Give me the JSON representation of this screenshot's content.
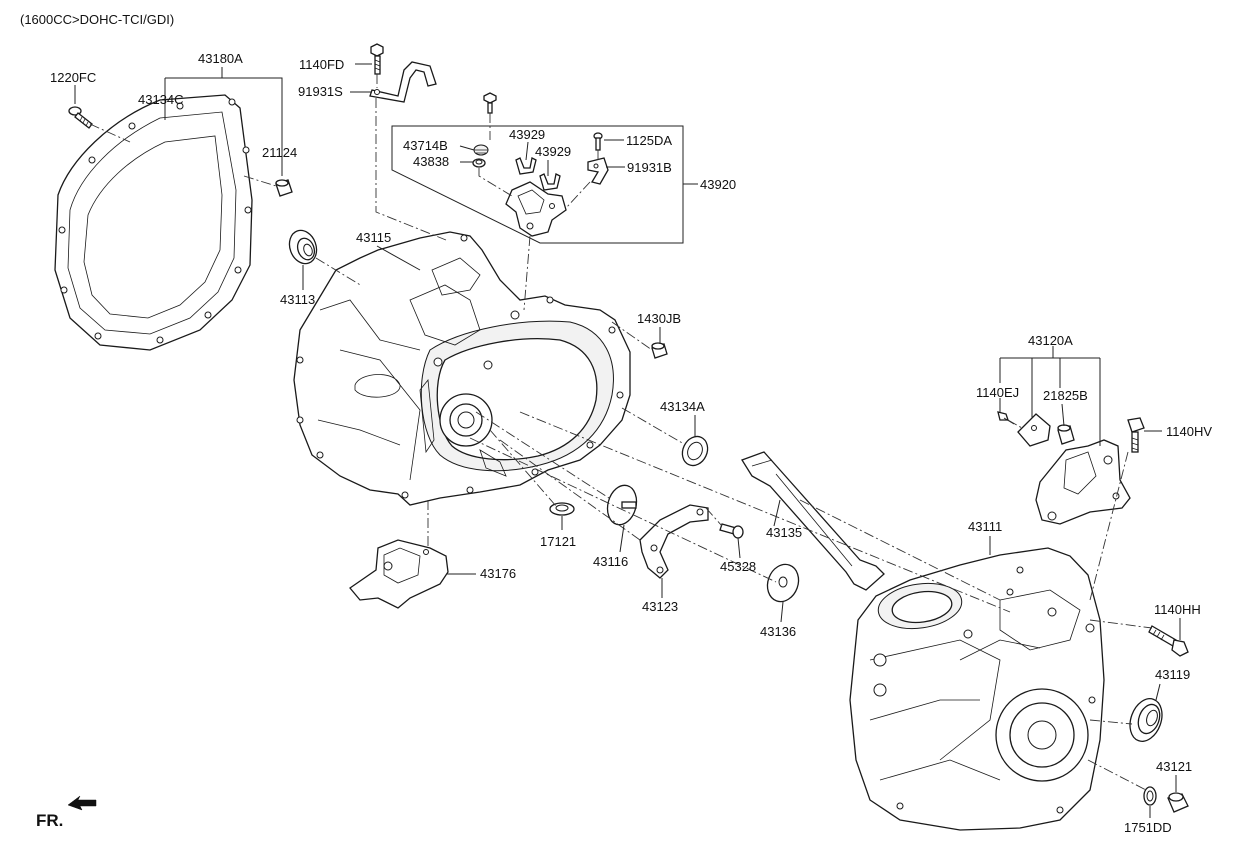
{
  "header": {
    "engine_note": "(1600CC>DOHC-TCI/GDI)"
  },
  "direction_marker": {
    "label": "FR."
  },
  "callouts": {
    "c43180A": "43180A",
    "c1220FC": "1220FC",
    "c43134C": "43134C",
    "c21124": "21124",
    "c1140FD": "1140FD",
    "c91931S": "91931S",
    "c43714B": "43714B",
    "c43838": "43838",
    "c43929a": "43929",
    "c43929b": "43929",
    "c1125DA": "1125DA",
    "c91931B": "91931B",
    "c43920": "43920",
    "c43115": "43115",
    "c43113": "43113",
    "c1430JB": "1430JB",
    "c43134A": "43134A",
    "c17121": "17121",
    "c43116": "43116",
    "c43123": "43123",
    "c45328": "45328",
    "c43135": "43135",
    "c43136": "43136",
    "c43176": "43176",
    "c43120A": "43120A",
    "c1140EJ": "1140EJ",
    "c21825B": "21825B",
    "c1140HV": "1140HV",
    "c43111": "43111",
    "c1140HH": "1140HH",
    "c43119": "43119",
    "c43121": "43121",
    "c1751DD": "1751DD"
  }
}
